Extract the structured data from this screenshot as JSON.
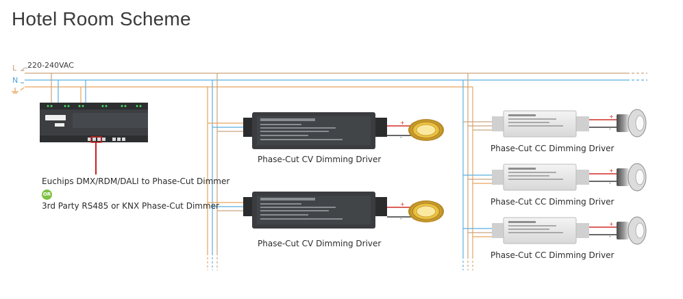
{
  "title": "Hotel Room Scheme",
  "supply": {
    "voltage": "220-240VAC",
    "L": "L",
    "N": "N"
  },
  "controller": {
    "label_primary": "Euchips DMX/RDM/DALI to Phase-Cut Dimmer",
    "or_badge": "OR",
    "label_alternative": "3rd Party RS485 or KNX Phase-Cut Dimmer"
  },
  "cv_drivers": [
    {
      "label": "Phase-Cut CV Dimming Driver"
    },
    {
      "label": "Phase-Cut CV Dimming Driver"
    }
  ],
  "cc_drivers": [
    {
      "label": "Phase-Cut CC Dimming Driver"
    },
    {
      "label": "Phase-Cut CC Dimming Driver"
    },
    {
      "label": "Phase-Cut CC Dimming Driver"
    }
  ],
  "colors": {
    "live": "#c9a47c",
    "neutral": "#5aaee0",
    "earth": "#e7a35a",
    "signal": "#c8201e",
    "positive": "#d12a22",
    "negative": "#333333",
    "badge": "#7cc242"
  }
}
